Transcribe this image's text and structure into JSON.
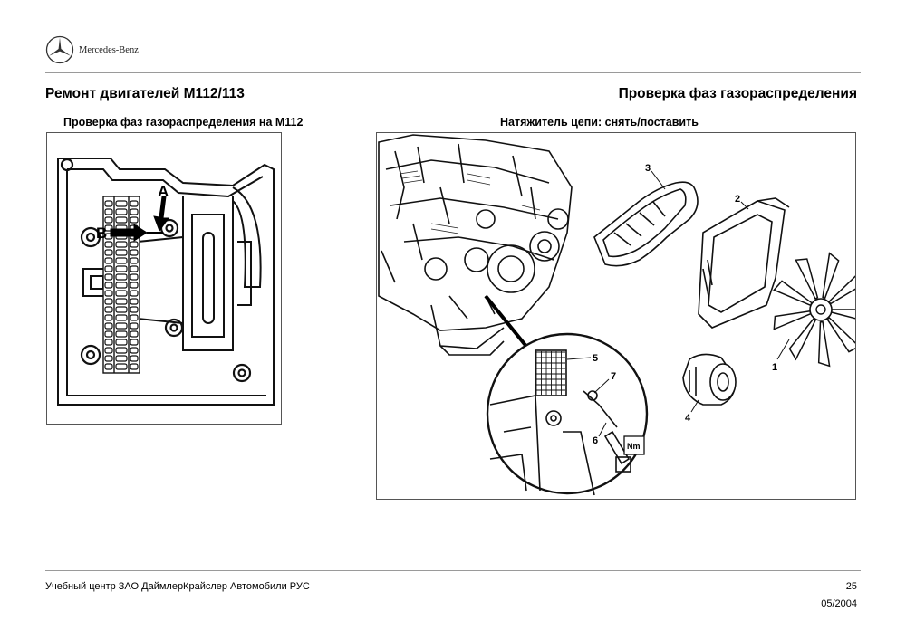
{
  "header": {
    "brand": "Mercedes-Benz",
    "title_left": "Ремонт двигателей М112/113",
    "title_right": "Проверка фаз газораспределения"
  },
  "figures": {
    "left": {
      "caption": "Проверка фаз газораспределения на М112",
      "labels": {
        "a": "A",
        "b": "B"
      }
    },
    "right": {
      "caption": "Натяжитель цепи: снять/поставить",
      "labels": {
        "p1": "1",
        "p2": "2",
        "p3": "3",
        "p4": "4",
        "p5": "5",
        "p6": "6",
        "p7": "7",
        "nm": "Nm"
      }
    }
  },
  "footer": {
    "org": "Учебный центр ЗАО ДаймлерКрайслер Автомобили РУС",
    "page": "25",
    "date": "05/2004"
  }
}
